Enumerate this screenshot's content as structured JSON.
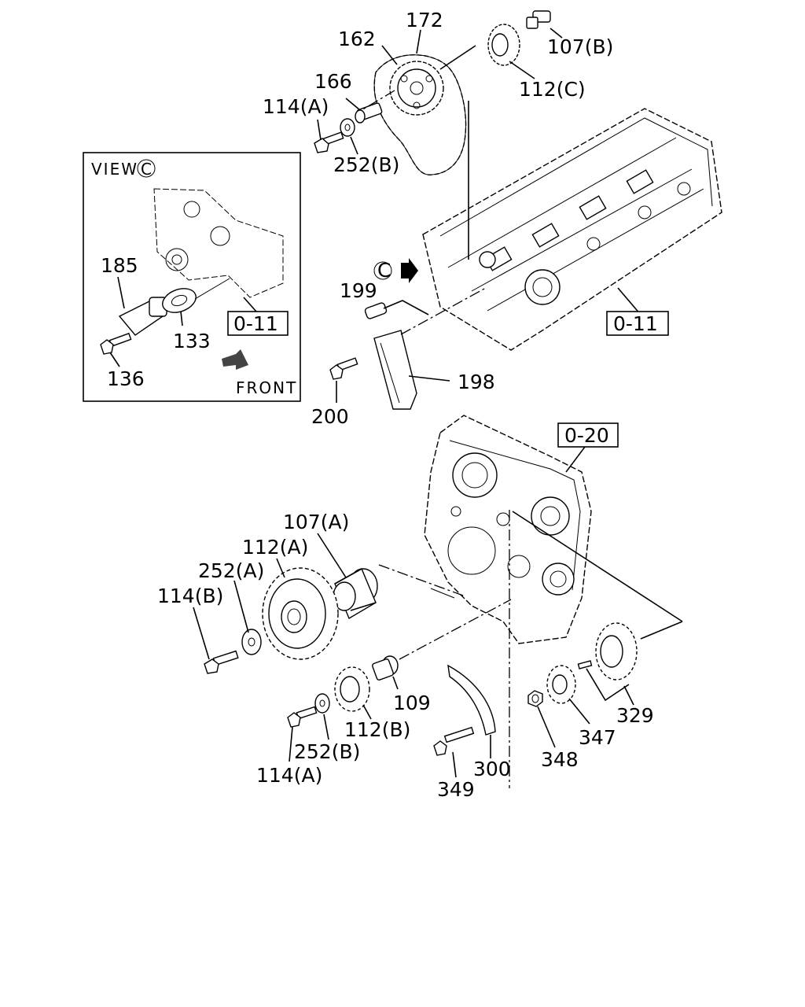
{
  "labels": {
    "p172": "172",
    "p162": "162",
    "p107b": "107(B)",
    "p166": "166",
    "p112c": "112(C)",
    "p114a_top": "114(A)",
    "p252b_top": "252(B)",
    "p199": "199",
    "p198": "198",
    "p200": "200",
    "p185": "185",
    "p133": "133",
    "p136": "136",
    "p107a": "107(A)",
    "p112a": "112(A)",
    "p252a": "252(A)",
    "p114b": "114(B)",
    "p109": "109",
    "p112b": "112(B)",
    "p252b_bot": "252(B)",
    "p114a_bot": "114(A)",
    "p349": "349",
    "p300": "300",
    "p348": "348",
    "p347": "347",
    "p329": "329"
  },
  "refs": {
    "ref011_inset": "0-11",
    "ref011_main": "0-11",
    "ref020": "0-20"
  },
  "inset": {
    "title": "VIEW",
    "view_letter": "C",
    "front": "FRONT"
  },
  "view_marker": "C"
}
